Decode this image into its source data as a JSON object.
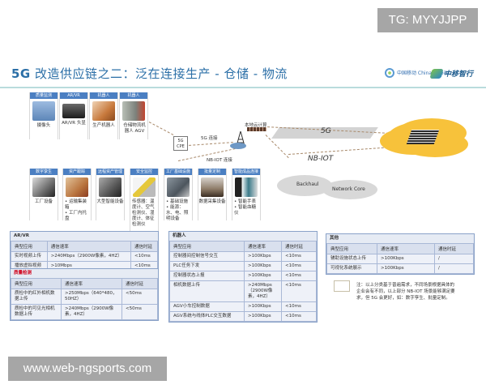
{
  "watermarks": {
    "top": "TG: MYYJJPP",
    "bottom": "www.web-ngsports.com"
  },
  "header": {
    "title_prefix": "5G",
    "title": " 改造供应链之二：泛在连接生产 - 仓储 - 物流",
    "logo_left": "中国移动 China Mobile",
    "logo_right": "中移智行"
  },
  "top_cards": [
    {
      "tag": "质量监测",
      "caption": "摄像头",
      "color": "#7a9fc9"
    },
    {
      "tag": "AR/VR",
      "caption": "AR/VR 头显",
      "color": "#3b3b3b"
    },
    {
      "tag": "机器人",
      "caption": "生产机器人",
      "color": "#c7793c"
    },
    {
      "tag": "机器人",
      "caption": "仓储物流机器人 AGV",
      "color": "#8a8f88"
    }
  ],
  "network": {
    "cpe": "5G CPE",
    "link_5g": "5G 连接",
    "link_nbiot": "NB-IOT 连接",
    "edge": "本地云计算",
    "band_5g": "5G",
    "band_nbiot": "NB-IOT",
    "backhaul": "Backhaul",
    "core": "Network Core"
  },
  "bottom_cards": [
    {
      "tag": "数字孪生",
      "items": [
        "工厂设备"
      ],
      "color": "#6b6b6b"
    },
    {
      "tag": "资产跟踪",
      "items": [
        "• 运输集装箱",
        "• 工厂内托盘"
      ],
      "color": "#b9743e"
    },
    {
      "tag": "远程资产管理",
      "items": [
        "大型智能设备"
      ],
      "color": "#555555"
    },
    {
      "tag": "安全监控",
      "items": [
        "传感器：温度计、空气检测仪、湿度计、体征检测仪"
      ],
      "color": "#e5c83b"
    },
    {
      "tag": "工厂基础设施",
      "items": [
        "• 基础设施",
        "• 能源：水、电、照明设备"
      ],
      "color": "#606a72"
    },
    {
      "tag": "批量定制",
      "items": [
        "数据采集设备"
      ],
      "color": "#8c7a66"
    },
    {
      "tag": "智能成品连接",
      "items": [
        "• 智能手表",
        "• 智能血糖仪"
      ],
      "color": "#3c7b8a"
    }
  ],
  "tables": {
    "arvr": {
      "title": "AR/VR",
      "headers": [
        "典型应用",
        "通信速率",
        "通信时延"
      ],
      "rows": [
        [
          "实时视频上传",
          ">240Mbps（2900W像素，4HZ）",
          "<10ms"
        ],
        [
          "播放虚拟视频",
          ">10Mbps",
          "<10ms"
        ]
      ]
    },
    "quality": {
      "title": "质量检测",
      "headers": [
        "典型应用",
        "通信速率",
        "通信时延"
      ],
      "rows": [
        [
          "质检中的红外相机数据上传",
          ">250Mbps（640*480，50HZ）",
          "<50ms"
        ],
        [
          "质检中的可见光相机数据上传",
          ">240Mbps（2900W像素，4HZ）",
          "<50ms"
        ]
      ]
    },
    "robot": {
      "title": "机器人",
      "headers": [
        "典型应用",
        "通信速率",
        "通信时延"
      ],
      "rows": [
        [
          "控制器间控制信号交互",
          ">100Kbps",
          "<10ms"
        ],
        [
          "PLC任务下发",
          ">100Kbps",
          "<10ms"
        ],
        [
          "控制器状态上报",
          ">100Kbps",
          "<10ms"
        ],
        [
          "相机数据上传",
          ">240Mbps（2900W像素，4HZ）",
          "<10ms"
        ],
        [
          "AGV小车控制数据",
          ">100Kbps",
          "<10ms"
        ],
        [
          "AGV系统与线体PLC交互数据",
          ">100Kbps",
          "<10ms"
        ]
      ]
    },
    "sensor": {
      "title": "其他",
      "headers": [
        "典型应用",
        "通信速率",
        "通信时延"
      ],
      "rows": [
        [
          "辅助设施状态上传",
          ">100Kbps",
          "/"
        ],
        [
          "可视化系统展示",
          ">100Kbps",
          "/"
        ]
      ]
    }
  },
  "note": "注：以上分类基于普遍需求，不同场景根据具体的企业会有不同，以上部分 NB-IOT 场景能够满足要求，但 5G 会更好，如：数字孪生、批量定制。"
}
